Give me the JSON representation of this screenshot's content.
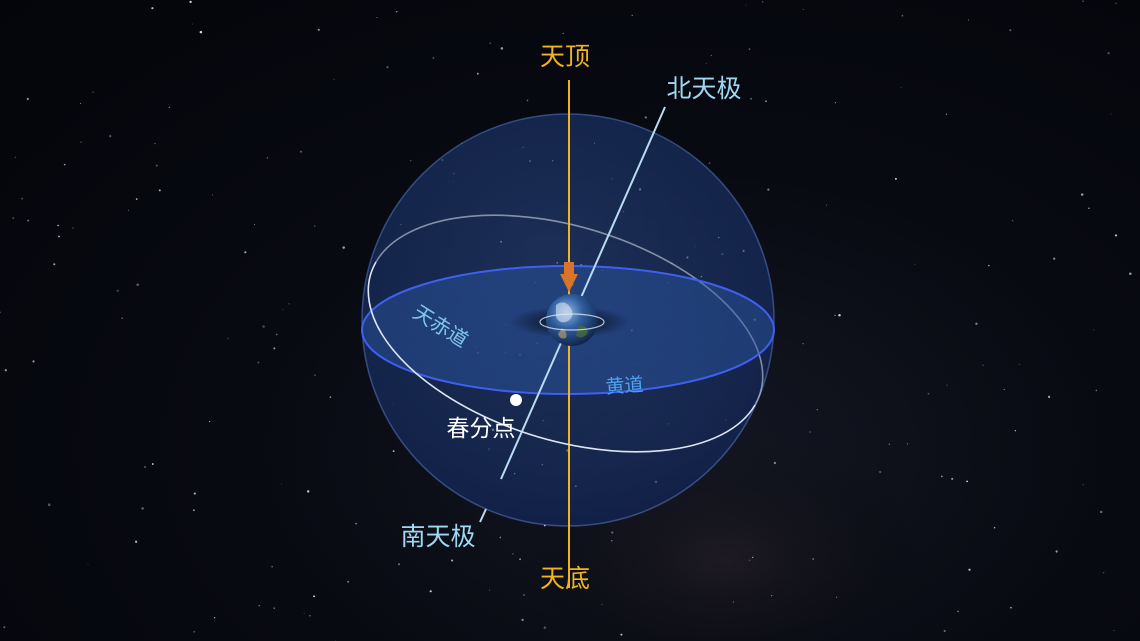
{
  "labels": {
    "zenith": "天顶",
    "nadir": "天底",
    "north_celestial_pole": "北天极",
    "south_celestial_pole": "南天极",
    "celestial_equator": "天赤道",
    "ecliptic": "黄道",
    "vernal_equinox": "春分点"
  },
  "colors": {
    "zenith_nadir_line": "#f2b31c",
    "pole_axis_line": "#b8dcf0",
    "pole_label": "#9fd8f2",
    "equator_edge": "#3f5ff0",
    "ecliptic_ring": "#dde6f2",
    "equator_label": "#7fc6ea",
    "ecliptic_label": "#4fa2ee",
    "sphere_fill": "#1d3a78",
    "arrow": "#d8742a",
    "background": "#05070d"
  },
  "icons": {
    "earth": "earth-globe-icon",
    "equinox_point": "dot-icon",
    "observer_arrow": "down-arrow-icon"
  }
}
